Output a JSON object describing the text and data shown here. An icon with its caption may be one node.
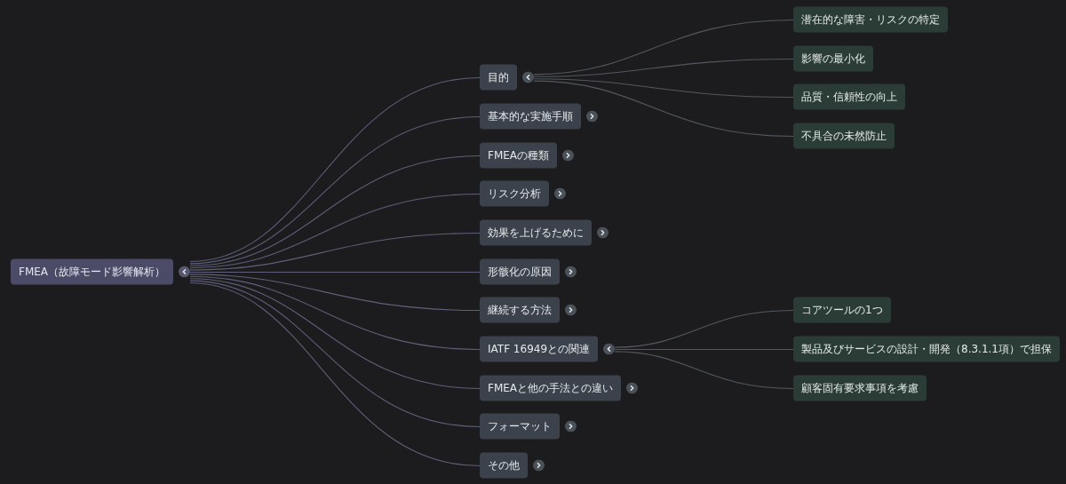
{
  "diagram": {
    "nodes": [
      {
        "text": [
          "FMEA（故障モード影響解析）"
        ]
      },
      {
        "text": [
          "目的"
        ]
      },
      {
        "text": [
          "潜在的な障害・リスクの特定"
        ]
      },
      {
        "text": [
          "影響の最小化"
        ]
      },
      {
        "text": [
          "品質・信頼性の向上"
        ]
      },
      {
        "text": [
          "不具合の未然防止"
        ]
      },
      {
        "text": [
          "基本的な実施手順"
        ]
      },
      {
        "text": [
          "FMEAの種類"
        ]
      },
      {
        "text": [
          "リスク分析"
        ]
      },
      {
        "text": [
          "効果を上げるために"
        ]
      },
      {
        "text": [
          "形骸化の原因"
        ]
      },
      {
        "text": [
          "継続する方法"
        ]
      },
      {
        "text": [
          "IATF 16949との関連"
        ]
      },
      {
        "text": [
          "コアツールの1つ"
        ]
      },
      {
        "text": [
          "製品及びサービスの設計・開発（8.3.1.1項）で担保"
        ]
      },
      {
        "text": [
          "顧客固有要求事項を考慮"
        ]
      },
      {
        "text": [
          "FMEAと他の手法との違い"
        ]
      },
      {
        "text": [
          "フォーマット"
        ]
      },
      {
        "text": [
          "その他"
        ]
      }
    ],
    "edges": [
      {
        "from": 0,
        "to": 1,
        "arrow": "none"
      },
      {
        "from": 1,
        "to": 2,
        "arrow": "none",
        "color": "#53585e"
      },
      {
        "from": 1,
        "to": 3,
        "arrow": "none",
        "color": "#53585e"
      },
      {
        "from": 1,
        "to": 4,
        "arrow": "none",
        "color": "#53585e"
      },
      {
        "from": 1,
        "to": 5,
        "arrow": "none",
        "color": "#53585e"
      },
      {
        "from": 0,
        "to": 6,
        "arrow": "none"
      },
      {
        "from": 0,
        "to": 7,
        "arrow": "none"
      },
      {
        "from": 0,
        "to": 8,
        "arrow": "none"
      },
      {
        "from": 0,
        "to": 9,
        "arrow": "none"
      },
      {
        "from": 0,
        "to": 10,
        "arrow": "none"
      },
      {
        "from": 0,
        "to": 11,
        "arrow": "none"
      },
      {
        "from": 0,
        "to": 12,
        "arrow": "none"
      },
      {
        "from": 12,
        "to": 13,
        "arrow": "none",
        "color": "#53585e"
      },
      {
        "from": 12,
        "to": 14,
        "arrow": "none",
        "color": "#53585e"
      },
      {
        "from": 12,
        "to": 15,
        "arrow": "none",
        "color": "#53585e"
      },
      {
        "from": 0,
        "to": 16,
        "arrow": "none"
      },
      {
        "from": 0,
        "to": 17,
        "arrow": "none"
      },
      {
        "from": 0,
        "to": 18,
        "arrow": "none"
      }
    ]
  }
}
